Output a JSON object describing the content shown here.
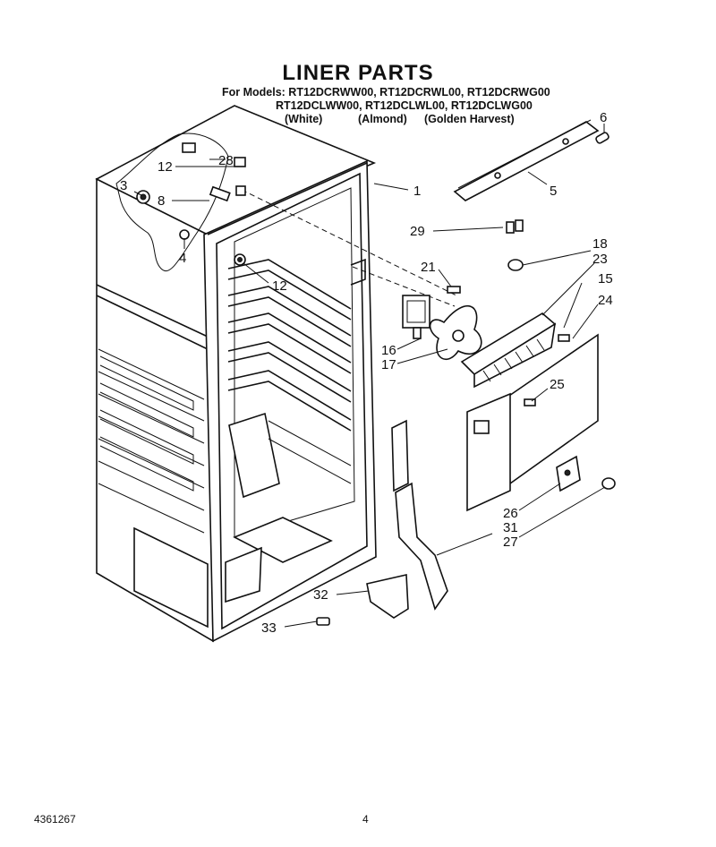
{
  "header": {
    "title": "LINER PARTS",
    "models_line1": "For Models: RT12DCRWW00, RT12DCRWL00, RT12DCRWG00",
    "models_line2": "RT12DCLWW00, RT12DCLWL00, RT12DCLWG00",
    "color_white": "(White)",
    "color_almond": "(Almond)",
    "color_golden": "(Golden Harvest)"
  },
  "callouts": {
    "c1": "1",
    "c3": "3",
    "c4": "4",
    "c5": "5",
    "c6": "6",
    "c8": "8",
    "c12a": "12",
    "c12b": "12",
    "c15": "15",
    "c16": "16",
    "c17": "17",
    "c18": "18",
    "c21": "21",
    "c23": "23",
    "c24": "24",
    "c25": "25",
    "c26": "26",
    "c27": "27",
    "c28": "28",
    "c29": "29",
    "c31": "31",
    "c32": "32",
    "c33": "33"
  },
  "footer": {
    "doc_number": "4361267",
    "page_number": "4"
  }
}
